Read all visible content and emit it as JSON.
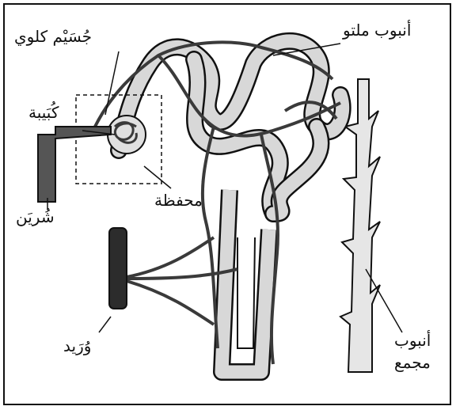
{
  "labels": {
    "glomerulus": "كُبَيبة",
    "bowman_capsule": "محفظة",
    "renal_corpuscle": "جُسَيْم كلوي",
    "convoluted_tubule": "أنبوب ملتو",
    "artery": "شُريَن",
    "vein": "وُرَيد",
    "collecting_duct_line1": "أنبوب",
    "collecting_duct_line2": "مجمع"
  },
  "colors": {
    "tubule_fill": "#d8d8d8",
    "vessel": "#3a3a3a",
    "artery_fill": "#555555",
    "vein_fill": "#2c2c2c",
    "outline": "#111111"
  }
}
